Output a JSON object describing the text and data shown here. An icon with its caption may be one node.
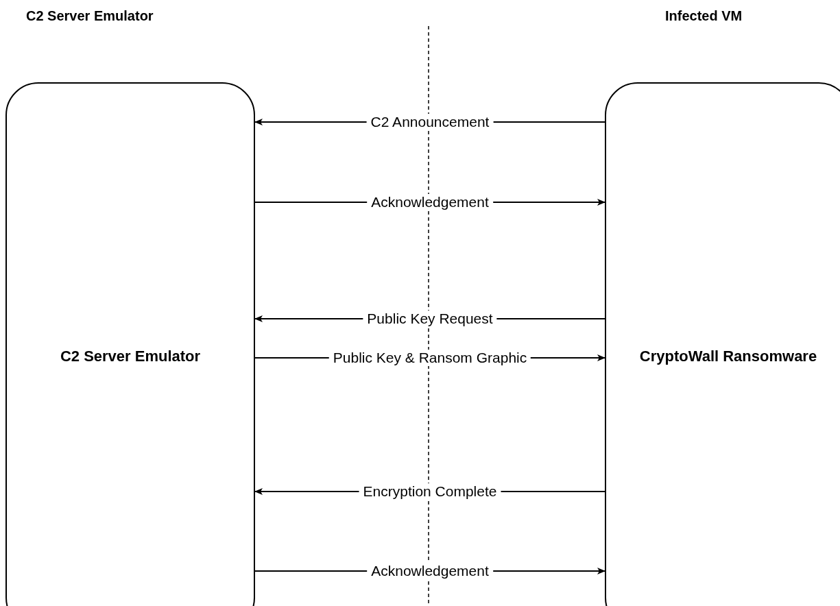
{
  "diagram": {
    "nodes": [
      {
        "text": [
          "C2 Server Emulator"
        ]
      },
      {
        "text": [
          "CryptoWall Ransomware"
        ]
      }
    ],
    "edges": [
      {
        "from": 1,
        "to": 0,
        "arrow": "to",
        "label": "C2 Announcement"
      },
      {
        "from": 0,
        "to": 1,
        "arrow": "to",
        "label": "Acknowledgement"
      },
      {
        "from": 1,
        "to": 0,
        "arrow": "to",
        "label": "Public Key Request"
      },
      {
        "from": 0,
        "to": 1,
        "arrow": "to",
        "label": "Public Key & Ransom Graphic"
      },
      {
        "from": 1,
        "to": 0,
        "arrow": "to",
        "label": "Encryption Complete"
      },
      {
        "from": 0,
        "to": 1,
        "arrow": "to",
        "label": "Acknowledgement"
      }
    ],
    "labels": [
      "C2 Server Emulator",
      "Infected VM"
    ]
  }
}
